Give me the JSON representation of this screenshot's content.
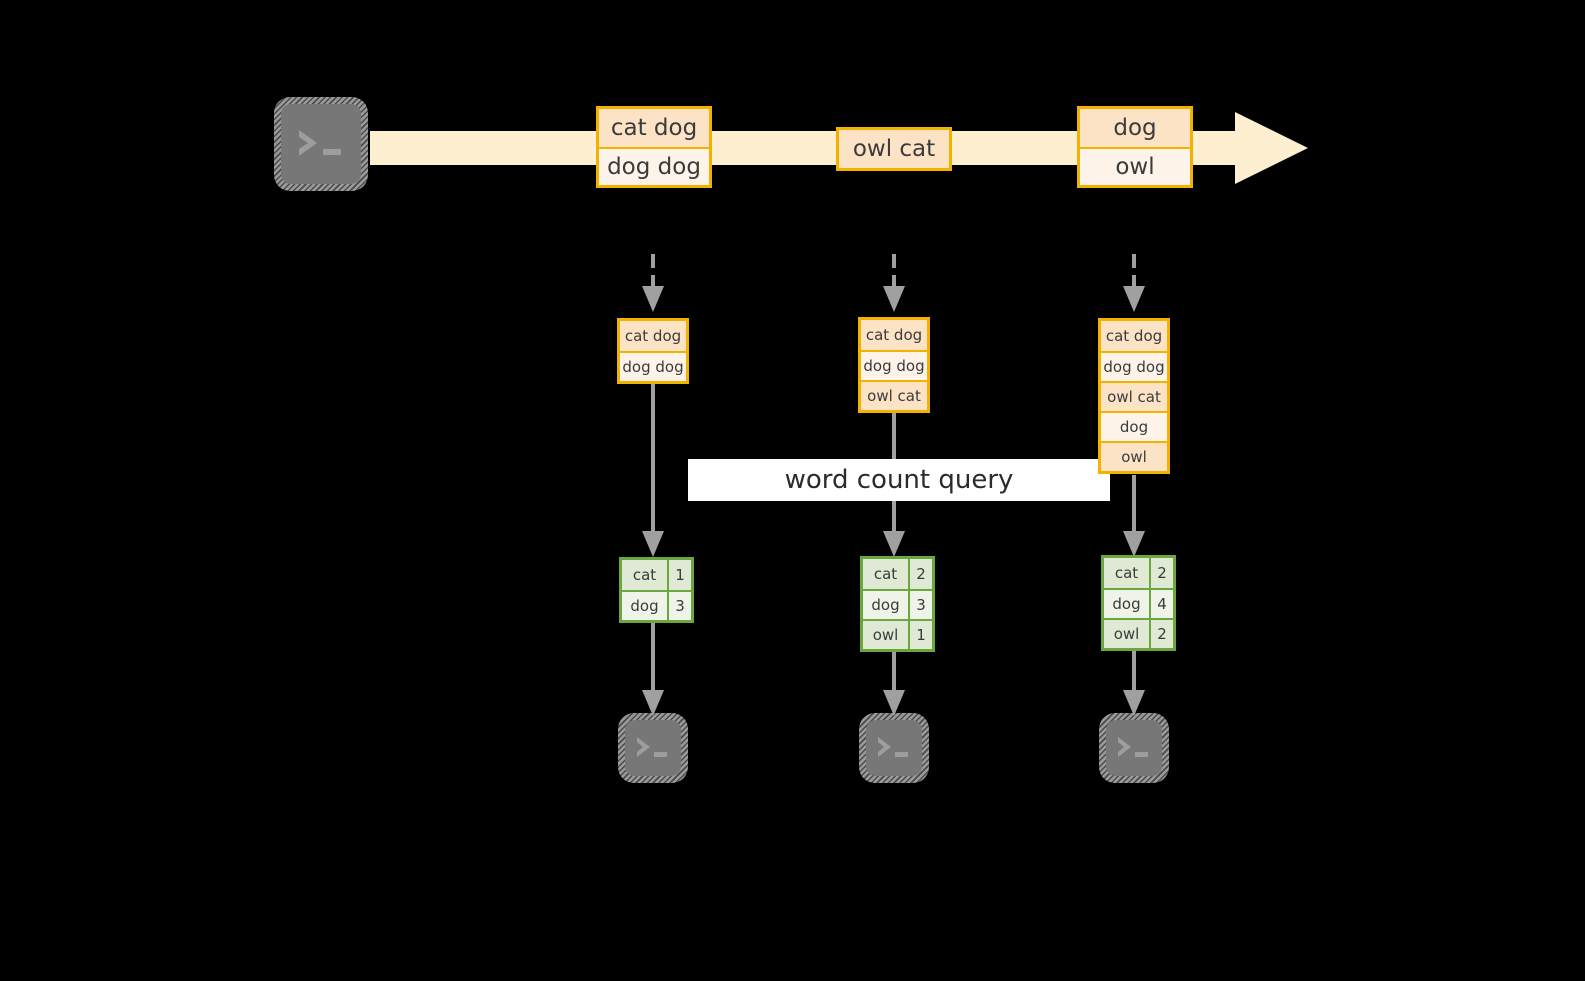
{
  "diagram": {
    "title_label": "word count query",
    "colors": {
      "background": "#000000",
      "stream_fill": "#fdefd0",
      "box_border": "#f2b300",
      "box_fill_dark": "#fde3c6",
      "box_fill_light": "#fdf3e8",
      "table_border": "#6aa83f",
      "table_fill_dark": "#dfe9d3",
      "table_fill_light": "#eff4e9",
      "connector": "#a0a0a0",
      "terminal_fill": "#777777",
      "label_bg": "#ffffff"
    },
    "source": {
      "icon": "terminal-icon",
      "name": "source-terminal"
    },
    "stream": {
      "name": "event-stream-arrow",
      "messages": [
        {
          "name": "stream-message-1",
          "rows": [
            {
              "text": "cat dog",
              "shade": "dark"
            },
            {
              "text": "dog dog",
              "shade": "light"
            }
          ]
        },
        {
          "name": "stream-message-2",
          "rows": [
            {
              "text": "owl cat",
              "shade": "dark"
            }
          ]
        },
        {
          "name": "stream-message-3",
          "rows": [
            {
              "text": "dog",
              "shade": "dark"
            },
            {
              "text": "owl",
              "shade": "light"
            }
          ]
        }
      ]
    },
    "snapshots": [
      {
        "name": "snapshot-1",
        "rows": [
          {
            "text": "cat dog",
            "shade": "dark"
          },
          {
            "text": "dog dog",
            "shade": "light"
          }
        ],
        "result": {
          "name": "word-count-table-1",
          "rows": [
            {
              "key": "cat",
              "val": "1",
              "shade": "dark"
            },
            {
              "key": "dog",
              "val": "3",
              "shade": "light"
            }
          ]
        },
        "sink": {
          "icon": "terminal-icon",
          "name": "sink-terminal-1"
        }
      },
      {
        "name": "snapshot-2",
        "rows": [
          {
            "text": "cat dog",
            "shade": "dark"
          },
          {
            "text": "dog dog",
            "shade": "light"
          },
          {
            "text": "owl cat",
            "shade": "dark"
          }
        ],
        "result": {
          "name": "word-count-table-2",
          "rows": [
            {
              "key": "cat",
              "val": "2",
              "shade": "dark"
            },
            {
              "key": "dog",
              "val": "3",
              "shade": "light"
            },
            {
              "key": "owl",
              "val": "1",
              "shade": "dark"
            }
          ]
        },
        "sink": {
          "icon": "terminal-icon",
          "name": "sink-terminal-2"
        }
      },
      {
        "name": "snapshot-3",
        "rows": [
          {
            "text": "cat dog",
            "shade": "dark"
          },
          {
            "text": "dog dog",
            "shade": "light"
          },
          {
            "text": "owl cat",
            "shade": "dark"
          },
          {
            "text": "dog",
            "shade": "light"
          },
          {
            "text": "owl",
            "shade": "dark"
          }
        ],
        "result": {
          "name": "word-count-table-3",
          "rows": [
            {
              "key": "cat",
              "val": "2",
              "shade": "dark"
            },
            {
              "key": "dog",
              "val": "4",
              "shade": "light"
            },
            {
              "key": "owl",
              "val": "2",
              "shade": "dark"
            }
          ]
        },
        "sink": {
          "icon": "terminal-icon",
          "name": "sink-terminal-3"
        }
      }
    ]
  }
}
